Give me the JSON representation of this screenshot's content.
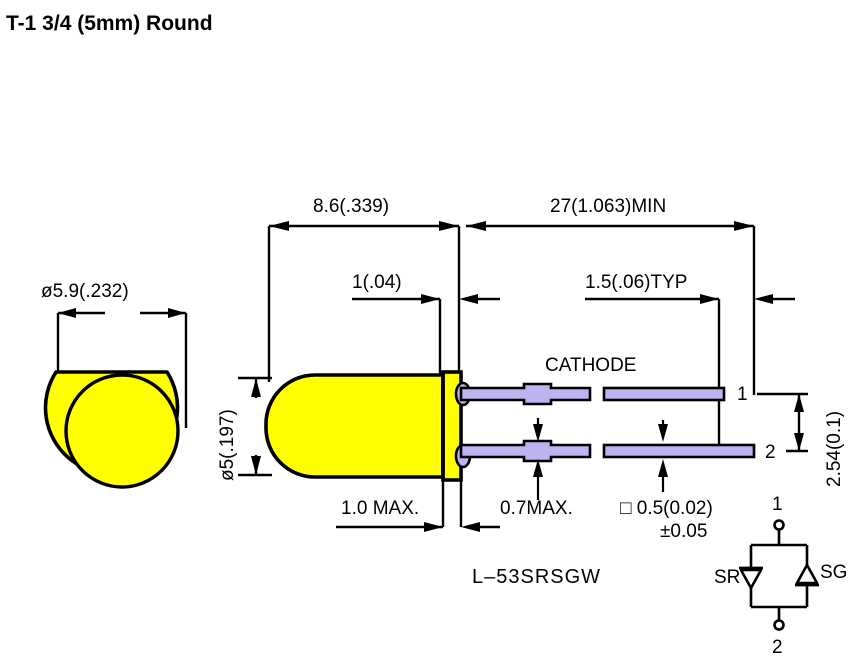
{
  "title": "T-1 3/4 (5mm) Round",
  "part_number": "L–53SRSGW",
  "colors": {
    "lens": "#ffff00",
    "lead": "#bcb3ef",
    "outline": "#000000",
    "background": "#ffffff"
  },
  "front_view": {
    "name": "front-view",
    "diameter_label": "ø5.9(.232)"
  },
  "side_view": {
    "name": "side-view",
    "body_diameter_label": "ø5(.197)",
    "cathode_label": "CATHODE"
  },
  "dimensions": {
    "body_length": "8.6(.339)",
    "lead_length": "27(1.063)MIN",
    "flange_thickness": "1(.04)",
    "lead_pitch_typ": "1.5(.06)TYP",
    "flange_width_max": "1.0  MAX.",
    "lead_bulge_max": "0.7MAX.",
    "lead_square_line1": "□ 0.5(0.02)",
    "lead_square_line2": "±0.05",
    "lead_spacing": "2.54(0.1)"
  },
  "pins": {
    "pin1": "1",
    "pin2": "2"
  },
  "schematic": {
    "name": "diode-schematic",
    "anode_terminal": "1",
    "cathode_terminal": "2",
    "left_diode_label": "SR",
    "right_diode_label": "SG"
  }
}
